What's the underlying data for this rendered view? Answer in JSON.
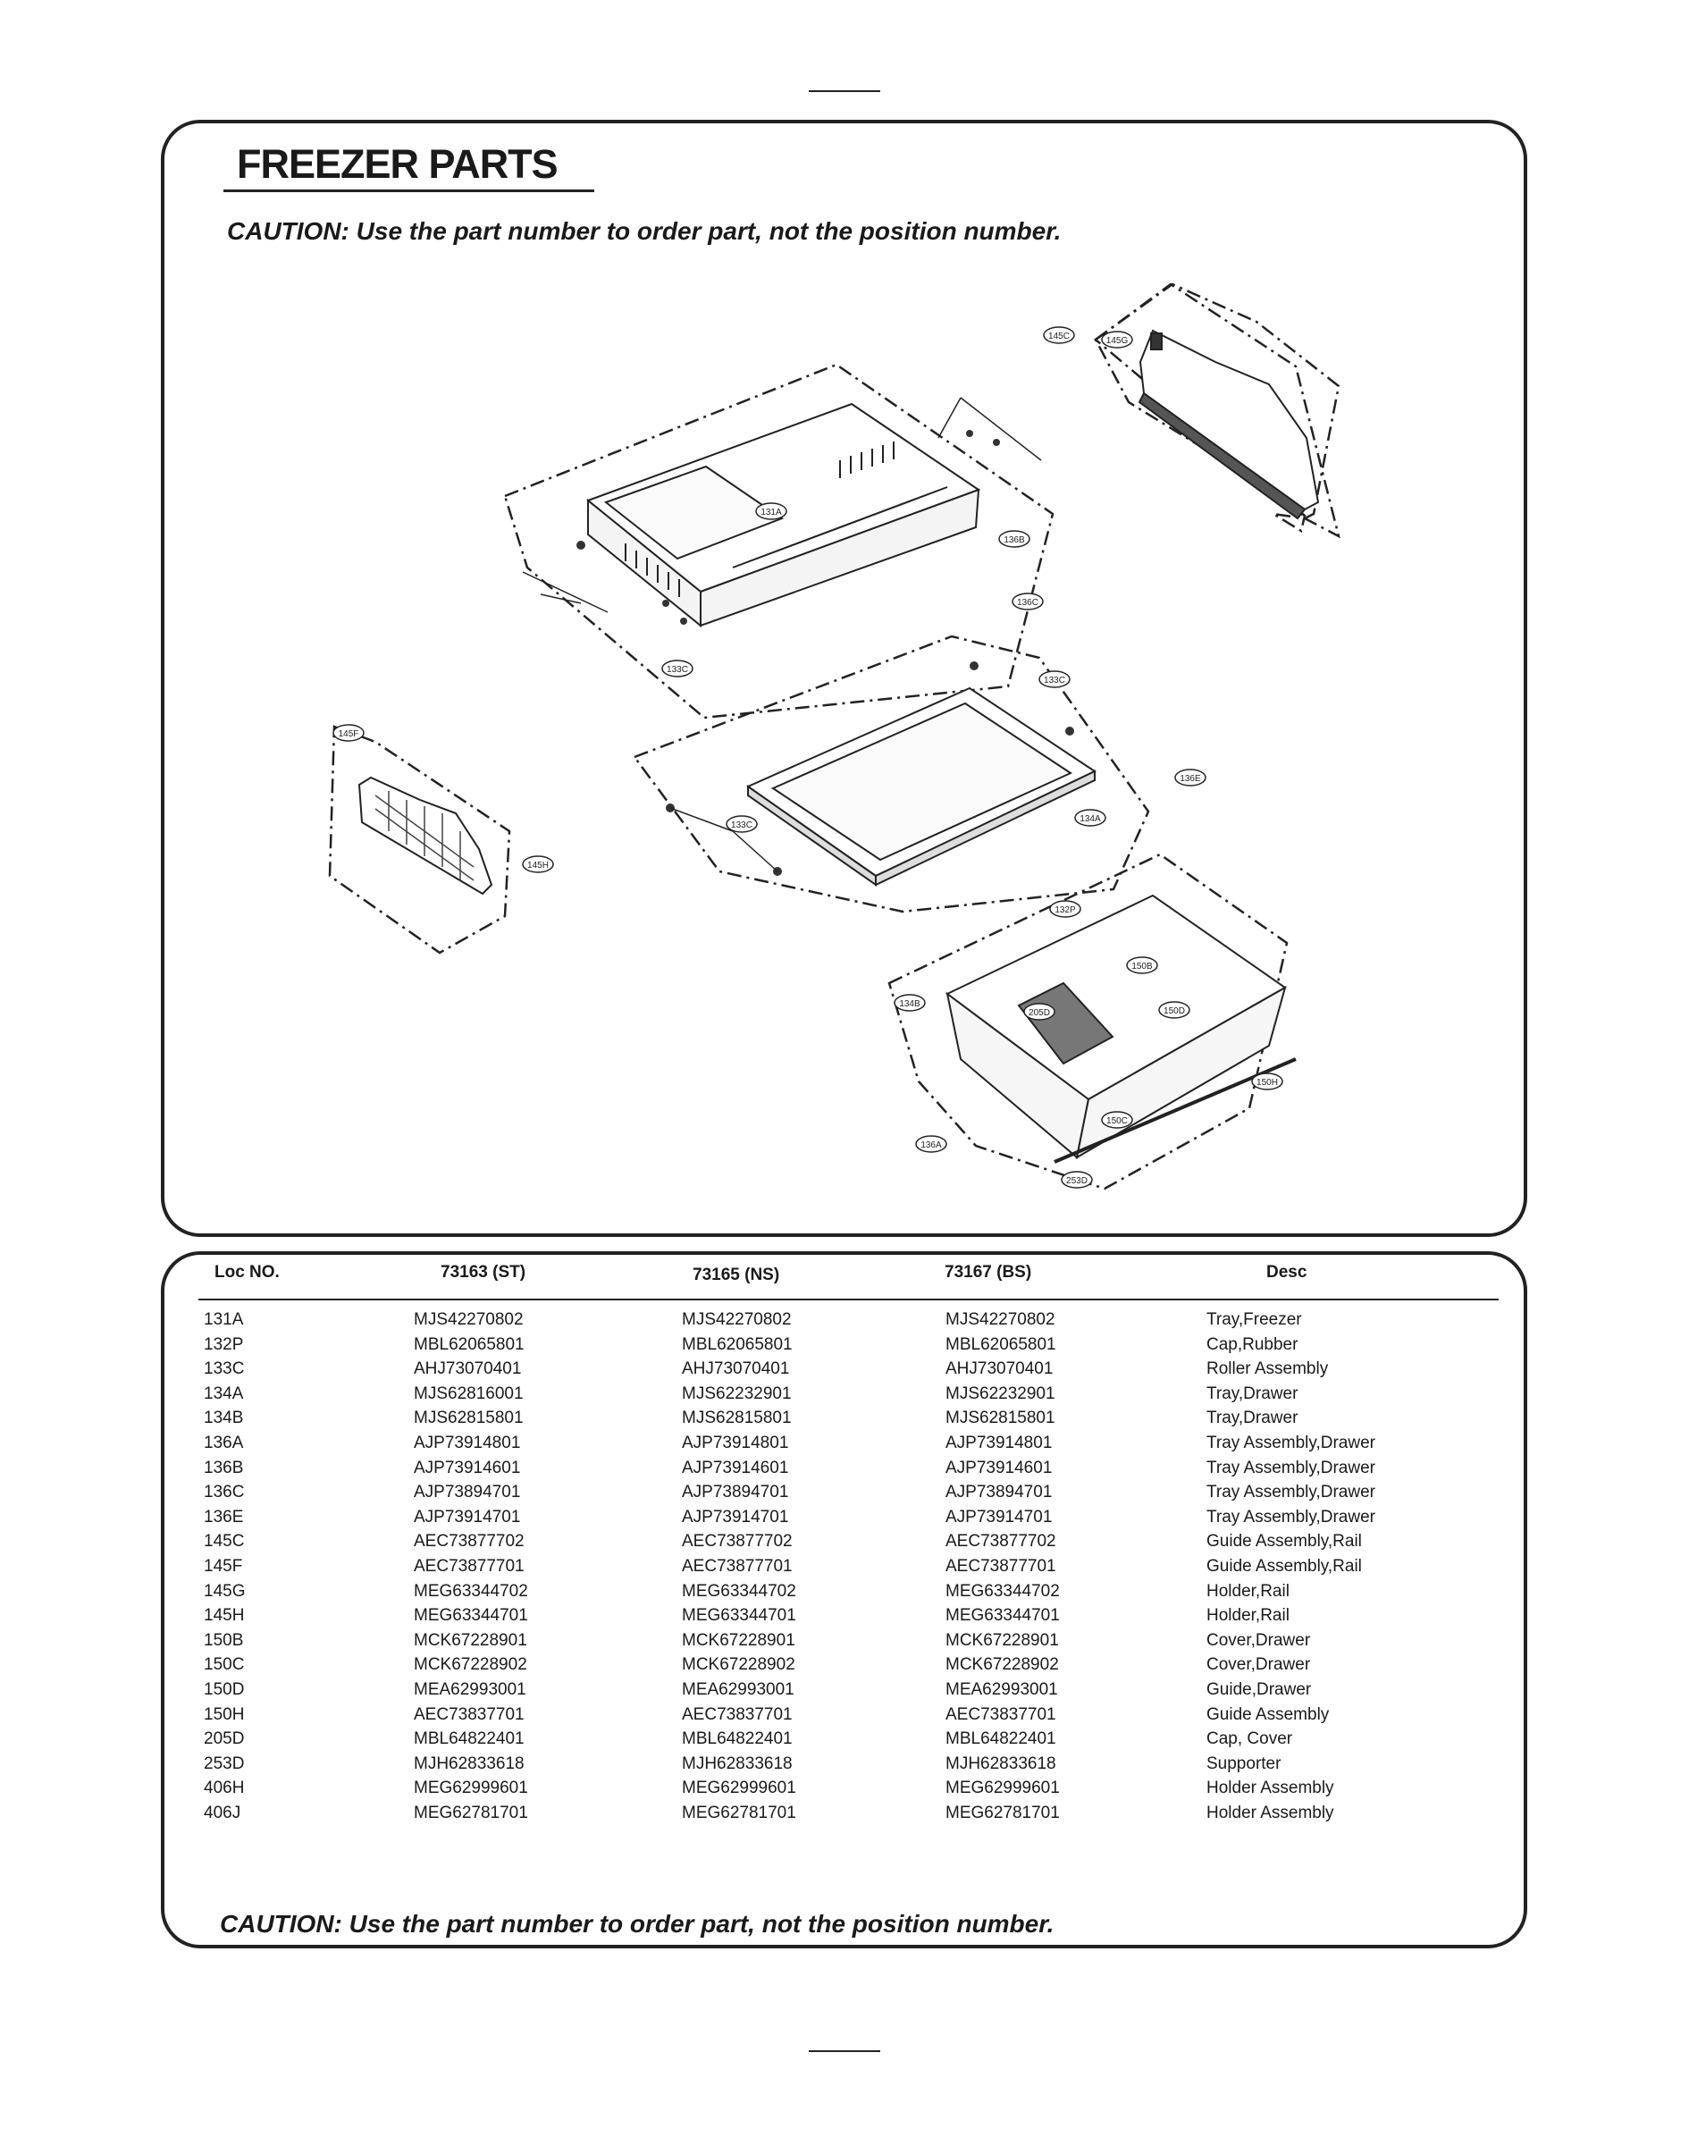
{
  "page": {
    "title": "FREEZER PARTS",
    "caution": "CAUTION: Use the part number to order part, not the position number."
  },
  "diagram": {
    "callouts": [
      "145C",
      "145G",
      "131A",
      "136B",
      "136C",
      "133C",
      "133C",
      "145F",
      "136E",
      "134A",
      "133C",
      "145H",
      "132P",
      "150B",
      "134B",
      "205D",
      "150D",
      "150H",
      "150C",
      "136A",
      "253D"
    ]
  },
  "table": {
    "headers": [
      "Loc NO.",
      "73163 (ST)",
      "73165 (NS)",
      "73167 (BS)",
      "Desc"
    ],
    "rows": [
      [
        "131A",
        "MJS42270802",
        "MJS42270802",
        "MJS42270802",
        "Tray,Freezer"
      ],
      [
        "132P",
        "MBL62065801",
        "MBL62065801",
        "MBL62065801",
        "Cap,Rubber"
      ],
      [
        "133C",
        "AHJ73070401",
        "AHJ73070401",
        "AHJ73070401",
        "Roller Assembly"
      ],
      [
        "134A",
        "MJS62816001",
        "MJS62232901",
        "MJS62232901",
        "Tray,Drawer"
      ],
      [
        "134B",
        "MJS62815801",
        "MJS62815801",
        "MJS62815801",
        "Tray,Drawer"
      ],
      [
        "136A",
        "AJP73914801",
        "AJP73914801",
        "AJP73914801",
        "Tray Assembly,Drawer"
      ],
      [
        "136B",
        "AJP73914601",
        "AJP73914601",
        "AJP73914601",
        "Tray Assembly,Drawer"
      ],
      [
        "136C",
        "AJP73894701",
        "AJP73894701",
        "AJP73894701",
        "Tray Assembly,Drawer"
      ],
      [
        "136E",
        "AJP73914701",
        "AJP73914701",
        "AJP73914701",
        "Tray Assembly,Drawer"
      ],
      [
        "145C",
        "AEC73877702",
        "AEC73877702",
        "AEC73877702",
        "Guide Assembly,Rail"
      ],
      [
        "145F",
        "AEC73877701",
        "AEC73877701",
        "AEC73877701",
        "Guide Assembly,Rail"
      ],
      [
        "145G",
        "MEG63344702",
        "MEG63344702",
        "MEG63344702",
        "Holder,Rail"
      ],
      [
        "145H",
        "MEG63344701",
        "MEG63344701",
        "MEG63344701",
        "Holder,Rail"
      ],
      [
        "150B",
        "MCK67228901",
        "MCK67228901",
        "MCK67228901",
        "Cover,Drawer"
      ],
      [
        "150C",
        "MCK67228902",
        "MCK67228902",
        "MCK67228902",
        "Cover,Drawer"
      ],
      [
        "150D",
        "MEA62993001",
        "MEA62993001",
        "MEA62993001",
        "Guide,Drawer"
      ],
      [
        "150H",
        "AEC73837701",
        "AEC73837701",
        "AEC73837701",
        "Guide Assembly"
      ],
      [
        "205D",
        "MBL64822401",
        "MBL64822401",
        "MBL64822401",
        "Cap, Cover"
      ],
      [
        "253D",
        "MJH62833618",
        "MJH62833618",
        "MJH62833618",
        "Supporter"
      ],
      [
        "406H",
        "MEG62999601",
        "MEG62999601",
        "MEG62999601",
        "Holder Assembly"
      ],
      [
        "406J",
        "MEG62781701",
        "MEG62781701",
        "MEG62781701",
        "Holder Assembly"
      ]
    ]
  }
}
